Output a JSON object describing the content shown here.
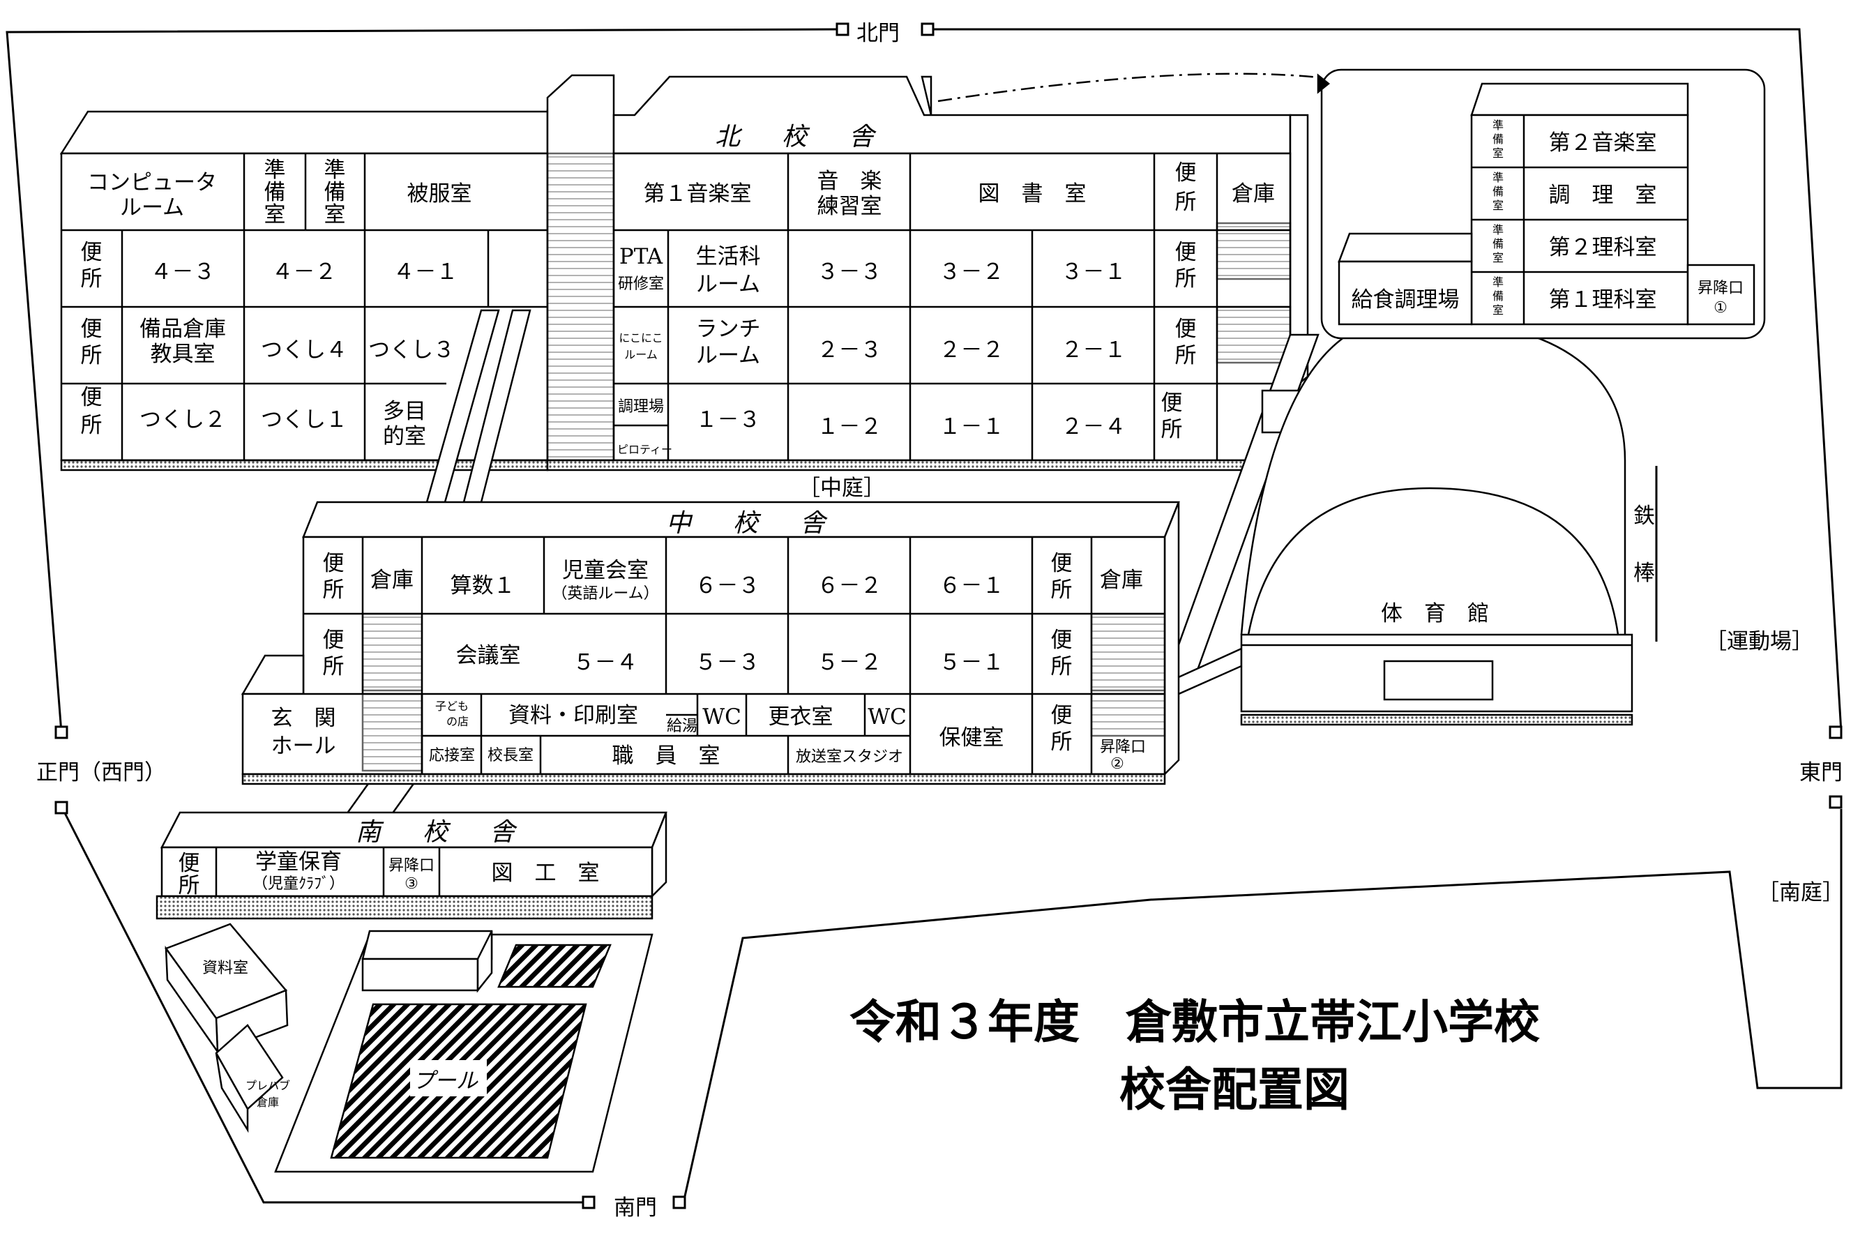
{
  "title": {
    "line1": "令和３年度　倉敷市立帯江小学校",
    "line2": "校舎配置図"
  },
  "gates": {
    "north": "北門",
    "west": "正門（西門）",
    "east": "東門",
    "south": "南門"
  },
  "areas": {
    "courtyard": "［中庭］",
    "playground": "［運動場］",
    "south_garden": "［南庭］",
    "iron_bar": "鉄棒",
    "pool": "プール",
    "gym": "体　育　館"
  },
  "buildings": {
    "north": {
      "label": "北　校　舎",
      "rooms": {
        "computer1": "コンピュータ",
        "computer2": "ルーム",
        "prep_a": "準",
        "prep_b": "備",
        "prep_c": "室",
        "hifuku": "被服室",
        "toilet": "便",
        "toilet2": "所",
        "c43": "４－３",
        "c42": "４－２",
        "c41": "４－１",
        "bihin1": "備品倉庫",
        "bihin2": "教具室",
        "tsukushi4": "つくし４",
        "tsukushi3": "つくし３",
        "tsukushi2": "つくし２",
        "tsukushi1": "つくし１",
        "tamokuteki1": "多目",
        "tamokuteki2": "的室",
        "music1": "第１音楽室",
        "music_prac1": "音　楽",
        "music_prac2": "練習室",
        "library": "図　書　室",
        "storage": "倉庫",
        "pta1": "PTA",
        "pta2": "研修室",
        "seikatsu1": "生活科",
        "seikatsu2": "ルーム",
        "nikoniko1": "にこにこ",
        "nikoniko2": "ルーム",
        "lunch1": "ランチ",
        "lunch2": "ルーム",
        "kitchen": "調理場",
        "piloti": "ピロティー",
        "c33": "３－３",
        "c32": "３－２",
        "c31": "３－１",
        "c23": "２－３",
        "c22": "２－２",
        "c21": "２－１",
        "c13": "１－３",
        "c12": "１－２",
        "c11": "１－１",
        "c24": "２－４"
      }
    },
    "middle": {
      "label": "中　校　舎",
      "rooms": {
        "math1": "算数１",
        "council1": "児童会室",
        "council2": "（英語ルーム）",
        "c63": "６－３",
        "c62": "６－２",
        "c61": "６－１",
        "meeting": "会議室",
        "c54": "５－４",
        "c53": "５－３",
        "c52": "５－２",
        "c51": "５－１",
        "entrance1": "玄　関",
        "entrance2": "ホール",
        "kodomo1": "子ども",
        "kodomo2": "の店",
        "shiryo_print": "資料・印刷室",
        "kyuto": "給湯",
        "wc": "WC",
        "kouishitsu": "更衣室",
        "reception": "応接室",
        "principal": "校長室",
        "staff": "職　員　室",
        "broadcast": "放送室スタジオ",
        "nurse": "保健室",
        "lift1": "昇降口",
        "lift2": "②"
      }
    },
    "south": {
      "label": "南　校　舎",
      "rooms": {
        "gakudo1": "学童保育",
        "gakudo2": "（児童ｸﾗﾌﾞ）",
        "lift1": "昇降口",
        "lift2": "③",
        "zuko": "図　工　室"
      }
    },
    "annex": {
      "rooms": {
        "music2": "第２音楽室",
        "cooking": "調　理　室",
        "science2": "第２理科室",
        "science1": "第１理科室",
        "lunch_kitchen": "給食調理場",
        "lift1": "昇降口",
        "lift2": "①"
      }
    },
    "others": {
      "storage": "資料室",
      "prefab1": "プレハブ",
      "prefab2": "倉庫"
    }
  }
}
